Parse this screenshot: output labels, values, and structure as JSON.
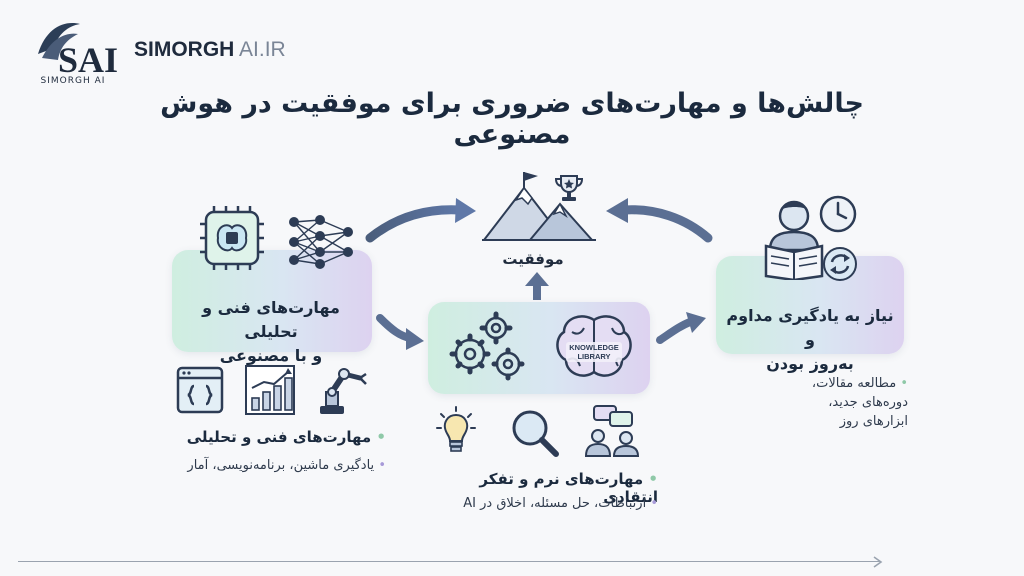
{
  "brand": {
    "logo_text": "SAI",
    "logo_caption": "SIMORGH AI",
    "name_bold": "SIMORGH",
    "name_light": "AI.IR"
  },
  "title": "چالش‌ها و مهارت‌های ضروری برای موفقیت در هوش مصنوعی",
  "success": {
    "label": "موفقیت"
  },
  "left_box": {
    "line1": "مهارت‌های فنی و تحلیلی",
    "line2": "و با مصنوعی"
  },
  "middle_box": {
    "brain_label_1": "KNOWLEDGE",
    "brain_label_2": "LIBRARY"
  },
  "right_box": {
    "line1": "نیاز به یادگیری مداوم و",
    "line2": "به‌روز بودن"
  },
  "tech_skills": {
    "heading": "مهارت‌های فنی و تحلیلی",
    "detail": "یادگیری ماشین، برنامه‌نویسی، آمار"
  },
  "soft_skills": {
    "heading": "مهارت‌های نرم و تفکر انتقادی",
    "detail": "ارتباطات، حل مسئله، اخلاق در AI"
  },
  "learning": {
    "line1": "مطالعه مقالات،",
    "line2": "دوره‌های جدید،",
    "line3": "ابزارهای روز"
  },
  "colors": {
    "accent_green": "#cfeee0",
    "accent_purple": "#ddd2f0",
    "ink": "#1b2a3e"
  },
  "icons": [
    "chip-brain-icon",
    "neural-network-icon",
    "code-window-icon",
    "bar-chart-icon",
    "robot-arm-icon",
    "mountain-flag-icon",
    "trophy-icon",
    "gears-icon",
    "brain-icon",
    "lightbulb-icon",
    "magnifier-icon",
    "team-chat-icon",
    "reading-person-icon",
    "clock-icon",
    "refresh-icon"
  ]
}
